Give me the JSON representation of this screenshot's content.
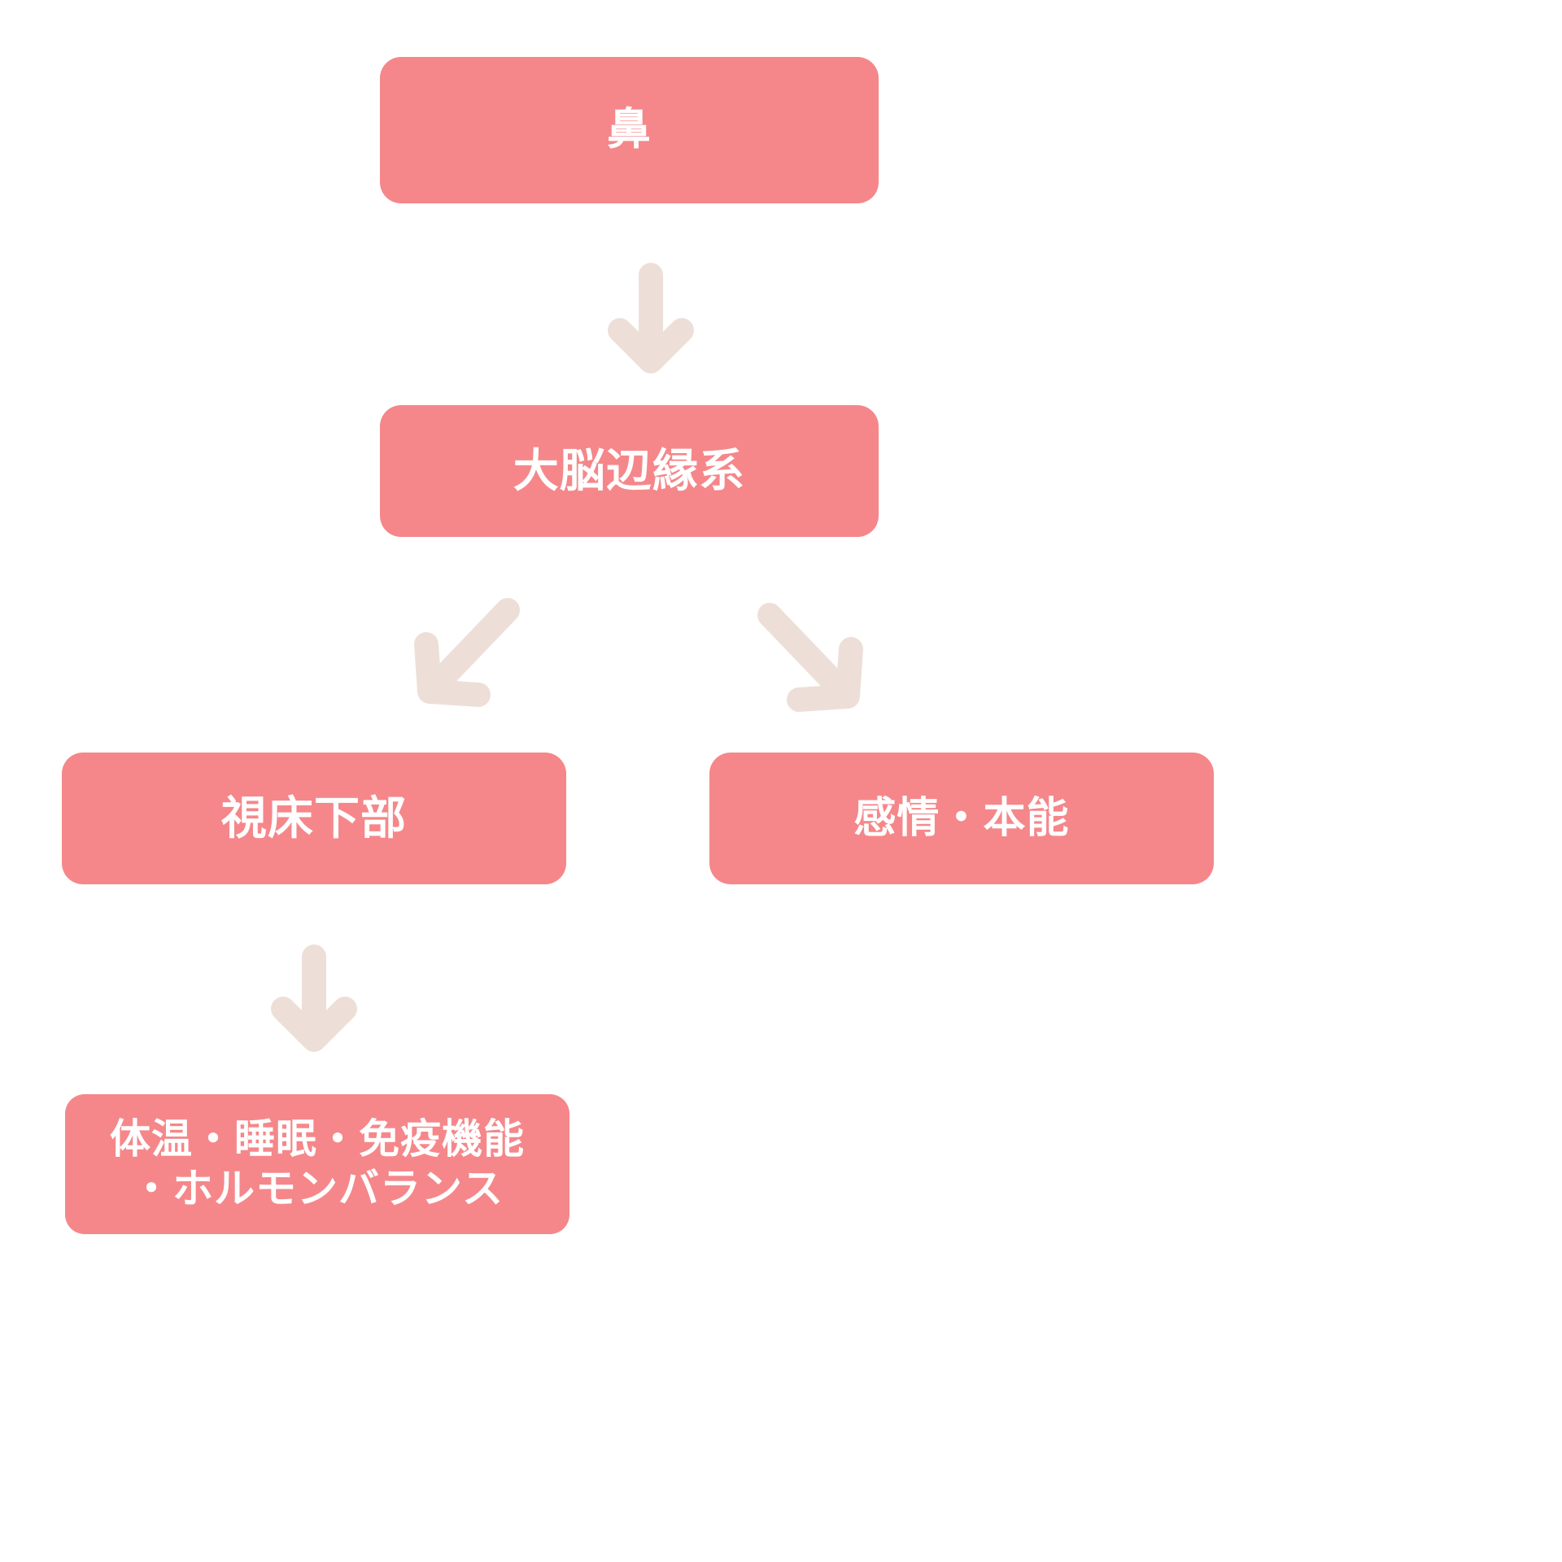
{
  "diagram": {
    "title_text": "",
    "colors": {
      "node_fill": "#F5878A",
      "node_text": "#FFFFFF",
      "arrow": "#EDDFD8",
      "background": "#FFFFFF"
    },
    "nodes": [
      {
        "id": "nose",
        "label": "鼻",
        "row": 1
      },
      {
        "id": "limbic",
        "label": "大脳辺縁系",
        "row": 2
      },
      {
        "id": "hypothalamus",
        "label": "視床下部",
        "row": 3
      },
      {
        "id": "emotion",
        "label": "感情・本能",
        "row": 3
      },
      {
        "id": "functions",
        "label": "体温・睡眠・免疫機能\n・ホルモンバランス",
        "row": 4
      }
    ],
    "arrows": [
      {
        "id": "nose-to-limbic",
        "from": "nose",
        "to": "limbic",
        "direction": "down"
      },
      {
        "id": "limbic-to-hypothalamus",
        "from": "limbic",
        "to": "hypothalamus",
        "direction": "down-left"
      },
      {
        "id": "limbic-to-emotion",
        "from": "limbic",
        "to": "emotion",
        "direction": "down-right"
      },
      {
        "id": "hypothalamus-to-functions",
        "from": "hypothalamus",
        "to": "functions",
        "direction": "down"
      }
    ]
  }
}
